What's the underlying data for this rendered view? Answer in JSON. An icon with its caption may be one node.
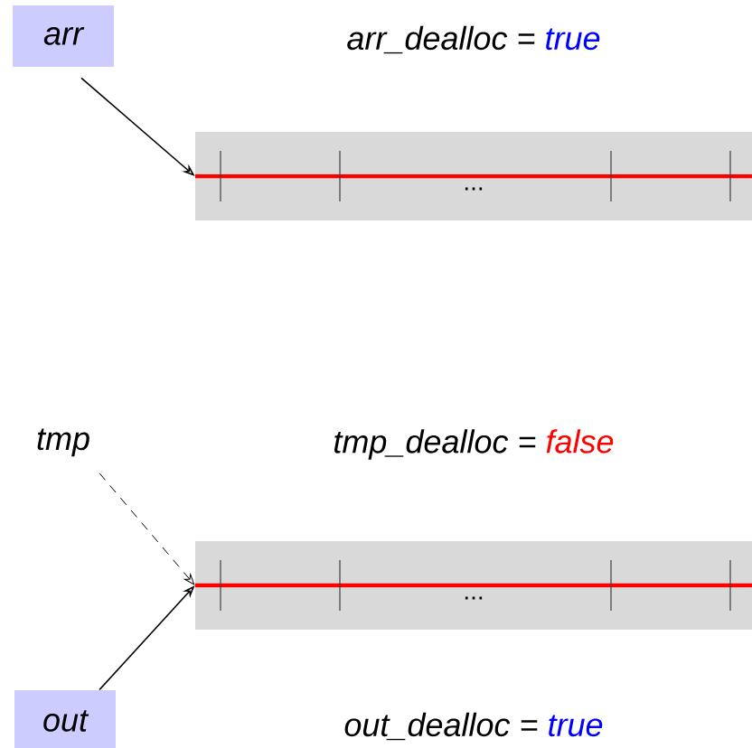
{
  "diagram": {
    "nodes": [
      {
        "text": [
          "arr"
        ]
      },
      {
        "text": [
          "..."
        ]
      },
      {
        "text": [
          "tmp"
        ]
      },
      {
        "text": [
          "..."
        ]
      },
      {
        "text": [
          "out"
        ]
      }
    ],
    "edges": [
      {
        "from": 0,
        "to": 1,
        "arrow": "to"
      },
      {
        "from": 2,
        "to": 3,
        "arrow": "to",
        "style": "dashed"
      },
      {
        "from": 4,
        "to": 3,
        "arrow": "to"
      }
    ],
    "labels": [
      "arr_dealloc =",
      "true",
      "tmp_dealloc =",
      "false",
      "out_dealloc =",
      "true"
    ]
  }
}
